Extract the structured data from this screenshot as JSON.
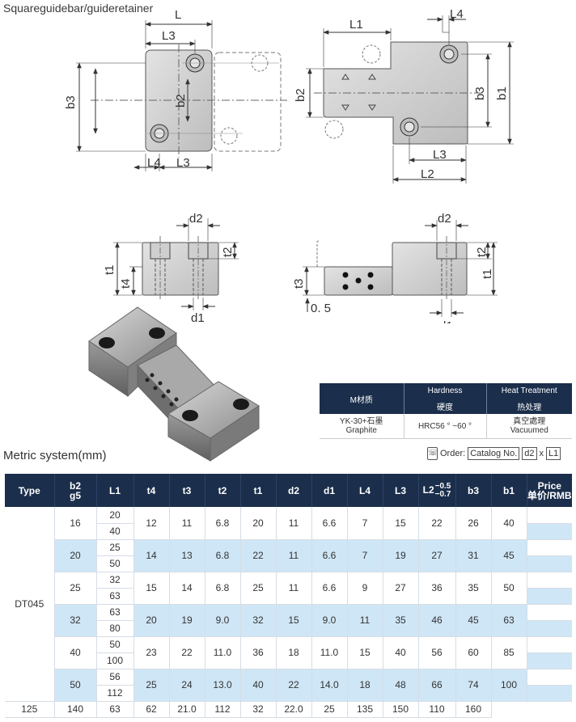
{
  "page_title": "Squareguidebar/guideretainer",
  "dimension_labels": {
    "L": "L",
    "L1": "L1",
    "L2": "L2",
    "L3": "L3",
    "L4": "L4",
    "b1": "b1",
    "b2": "b2",
    "b3": "b3",
    "t1": "t1",
    "t2": "t2",
    "t3": "t3",
    "t4": "t4",
    "d1": "d1",
    "d2": "d2",
    "gap": "0. 5"
  },
  "material_table": {
    "col_material": "M材质",
    "col_hardness_en": "Hardness",
    "col_hardness_cn": "硬度",
    "col_heat_en": "Heat Treatment",
    "col_heat_cn": "热处理",
    "material_line1": "YK-30+石墨",
    "material_line2": "Graphite",
    "hardness": "HRC56 ° ~60 °",
    "heat_line1": "真空處理",
    "heat_line2": "Vacuumed"
  },
  "metric_label": "Metric system(mm)",
  "order": {
    "label": "Order:",
    "catalog_no": "Catalog No.",
    "d2": "d2",
    "x": "x",
    "l1": "L1"
  },
  "spec_table": {
    "headers": {
      "type": "Type",
      "b2_top": "b2",
      "b2_bottom": "g5",
      "L1": "L1",
      "t4": "t4",
      "t3": "t3",
      "t2": "t2",
      "t1": "t1",
      "d2": "d2",
      "d1": "d1",
      "L4": "L4",
      "L3": "L3",
      "L2": "L2",
      "L2_tol_upper": "−0.5",
      "L2_tol_lower": "−0.7",
      "b3": "b3",
      "b1": "b1",
      "price_en": "Price",
      "price_cn": "单价/RMB"
    },
    "type_value": "DT045",
    "groups": [
      {
        "b2": "16",
        "L1": [
          "20",
          "40"
        ],
        "t4": "12",
        "t3": "11",
        "t2": "6.8",
        "t1": "20",
        "d2": "11",
        "d1": "6.6",
        "L4": "7",
        "L3": "15",
        "L2": "22",
        "b3": "26",
        "b1": "40"
      },
      {
        "b2": "20",
        "L1": [
          "25",
          "50"
        ],
        "t4": "14",
        "t3": "13",
        "t2": "6.8",
        "t1": "22",
        "d2": "11",
        "d1": "6.6",
        "L4": "7",
        "L3": "19",
        "L2": "27",
        "b3": "31",
        "b1": "45"
      },
      {
        "b2": "25",
        "L1": [
          "32",
          "63"
        ],
        "t4": "15",
        "t3": "14",
        "t2": "6.8",
        "t1": "25",
        "d2": "11",
        "d1": "6.6",
        "L4": "9",
        "L3": "27",
        "L2": "36",
        "b3": "35",
        "b1": "50"
      },
      {
        "b2": "32",
        "L1": [
          "63",
          "80"
        ],
        "t4": "20",
        "t3": "19",
        "t2": "9.0",
        "t1": "32",
        "d2": "15",
        "d1": "9.0",
        "L4": "11",
        "L3": "35",
        "L2": "46",
        "b3": "45",
        "b1": "63"
      },
      {
        "b2": "40",
        "L1": [
          "50",
          "100"
        ],
        "t4": "23",
        "t3": "22",
        "t2": "11.0",
        "t1": "36",
        "d2": "18",
        "d1": "11.0",
        "L4": "15",
        "L3": "40",
        "L2": "56",
        "b3": "60",
        "b1": "85"
      },
      {
        "b2": "50",
        "L1": [
          "56",
          "112"
        ],
        "t4": "25",
        "t3": "24",
        "t2": "13.0",
        "t1": "40",
        "d2": "22",
        "d1": "14.0",
        "L4": "18",
        "L3": "48",
        "L2": "66",
        "b3": "74",
        "b1": "100"
      }
    ],
    "last_row": [
      "125",
      "140",
      "63",
      "62",
      "21.0",
      "112",
      "32",
      "22.0",
      "25",
      "135",
      "150",
      "110",
      "160"
    ]
  }
}
